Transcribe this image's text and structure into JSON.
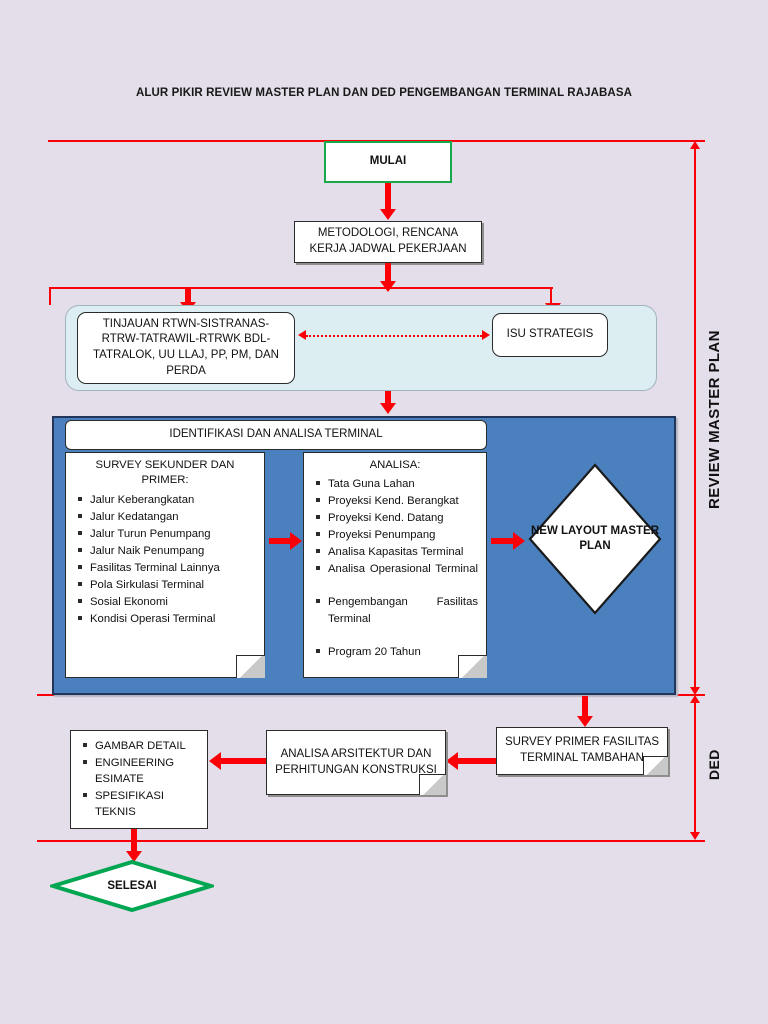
{
  "page": {
    "title": "ALUR PIKIR REVIEW MASTER PLAN DAN DED PENGEMBANGAN TERMINAL RAJABASA",
    "background_color": "#e3dee9",
    "accent_color": "#fb0007"
  },
  "nodes": {
    "start": {
      "label": "MULAI",
      "border_color": "#17a84a",
      "shape": "process"
    },
    "methodology": {
      "label": "METODOLOGI, RENCANA KERJA JADWAL PEKERJAAN",
      "shape": "process"
    },
    "review_regulation": {
      "label": "TINJAUAN RTWN-SISTRANAS-RTRW-TATRAWIL-RTRWK BDL-TATRALOK, UU LLAJ, PP, PM, DAN PERDA",
      "shape": "rounded-process"
    },
    "strategic_issues": {
      "label": "ISU STRATEGIS",
      "shape": "rounded-process"
    },
    "identification_header": {
      "label": "IDENTIFIKASI DAN ANALISA TERMINAL"
    },
    "survey": {
      "heading": "SURVEY SEKUNDER DAN PRIMER:",
      "items": [
        "Jalur Keberangkatan",
        "Jalur Kedatangan",
        "Jalur Turun Penumpang",
        "Jalur Naik Penumpang",
        "Fasilitas Terminal Lainnya",
        "Pola Sirkulasi Terminal",
        "Sosial Ekonomi",
        "Kondisi Operasi Terminal"
      ]
    },
    "analysis": {
      "heading": "ANALISA:",
      "items": [
        "Tata Guna Lahan",
        "Proyeksi Kend. Berangkat",
        "Proyeksi Kend. Datang",
        "Proyeksi Penumpang",
        "Analisa Kapasitas Terminal",
        "Analisa Operasional Terminal",
        "Pengembangan Fasilitas Terminal",
        "Program 20 Tahun"
      ],
      "justified_flags": [
        false,
        false,
        false,
        false,
        false,
        true,
        true,
        false
      ]
    },
    "new_layout": {
      "label": "NEW LAYOUT MASTER PLAN",
      "shape": "decision"
    },
    "survey_primer": {
      "label": "SURVEY PRIMER FASILITAS TERMINAL TAMBAHAN",
      "shape": "document"
    },
    "arch_analysis": {
      "label": "ANALISA ARSITEKTUR DAN PERHITUNGAN KONSTRUKSI",
      "shape": "document"
    },
    "deliverables": {
      "items": [
        "GAMBAR DETAIL",
        "ENGINEERING ESIMATE",
        "SPESIFIKASI TEKNIS"
      ]
    },
    "end": {
      "label": "SELESAI",
      "border_color": "#00a651",
      "shape": "terminator"
    }
  },
  "phase_labels": {
    "review_master_plan": "REVIEW MASTER PLAN",
    "ded": "DED"
  }
}
